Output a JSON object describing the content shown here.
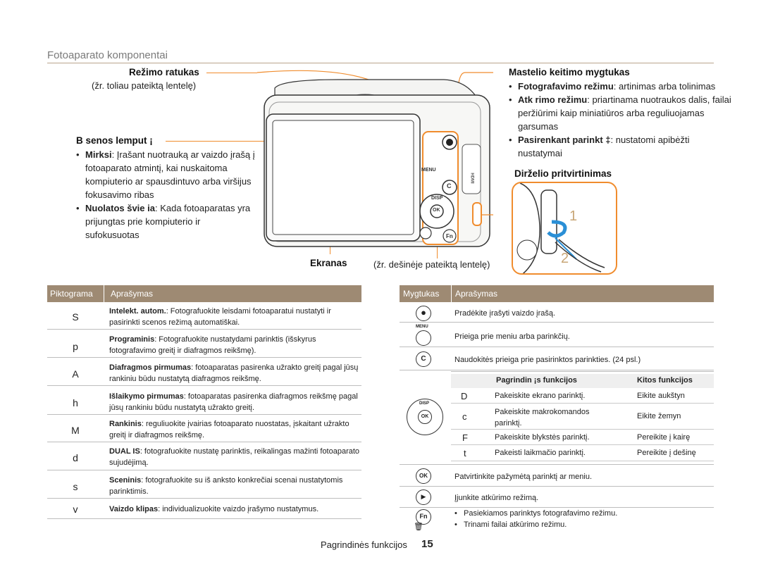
{
  "header": {
    "section_title": "Fotoaparato komponentai"
  },
  "callouts": {
    "mode_dial": {
      "title": "Režimo ratukas",
      "sub": "(žr. toliau pateiktą lentelę)"
    },
    "status_lamp": {
      "title": "B senos lemput ¡",
      "items": [
        {
          "term": "Mirksi",
          "text": ": Įrašant nuotrauką ar vaizdo įrašą į fotoaparato atmintį, kai nuskaitoma kompiuterio ar spausdintuvo arba viršijus fokusavimo ribas"
        },
        {
          "term": "Nuolatos švie ia",
          "text": ": Kada fotoaparatas yra prijungtas prie kompiuterio ir sufokusuotas"
        }
      ]
    },
    "screen": {
      "title": "Ekranas"
    },
    "right_note": "(žr. dešinėje pateiktą lentelę)",
    "zoom": {
      "title": "Mastelio keitimo mygtukas",
      "items": [
        {
          "term": "Fotografavimo režimu",
          "text": ": artinimas arba tolinimas"
        },
        {
          "term": "Atk rimo režimu",
          "text": ": priartinama nuotraukos dalis, failai peržiūrimi kaip miniatiūros arba reguliuojamas garsumas"
        },
        {
          "term": "Pasirenkant parinkt ‡",
          "text": ": nustatomi apibėžti nustatymai"
        }
      ]
    },
    "strap": {
      "title": "Dirželio pritvirtinimas",
      "step1": "1",
      "step2": "2"
    }
  },
  "camera": {
    "menu_label": "MENU",
    "disp_label": "DISP",
    "ok_label": "OK",
    "fn_label": "Fn",
    "c_label": "C",
    "hdmi_label": "HDMI"
  },
  "left_table": {
    "headers": [
      "Piktograma",
      "Aprašymas"
    ],
    "rows": [
      {
        "icon": "S",
        "term": "Intelekt. autom.",
        "text": ": Fotografuokite leisdami fotoaparatui nustatyti ir pasirinkti scenos režimą automatiškai."
      },
      {
        "icon": "p",
        "term": "Programinis",
        "text": ": Fotografuokite nustatydami parinktis (išskyrus fotografavimo greitį ir diafragmos reikšmę)."
      },
      {
        "icon": "A",
        "term": "Diafragmos pirmumas",
        "text": ": fotoaparatas pasirenka užrakto greitį pagal jūsų rankiniu būdu nustatytą diafragmos reikšmę."
      },
      {
        "icon": "h",
        "term": "Išlaikymo pirmumas",
        "text": ": fotoaparatas pasirenka diafragmos reikšmę pagal jūsų rankiniu būdu nustatytą užrakto greitį."
      },
      {
        "icon": "M",
        "term": "Rankinis",
        "text": ": reguliuokite įvairias fotoaparato nuostatas, įskaitant užrakto greitį ir diafragmos reikšmę."
      },
      {
        "icon": "d",
        "term": "DUAL IS",
        "text": ": fotografuokite nustatę parinktis, reikalingas mažinti fotoaparato sujudėjimą."
      },
      {
        "icon": "s",
        "term": "Sceninis",
        "text": ": fotografuokite su iš anksto konkrečiai scenai nustatytomis parinktimis."
      },
      {
        "icon": "v",
        "term": "Vaizdo klipas",
        "text": ": individualizuokite vaizdo įrašymo nustatymus."
      }
    ]
  },
  "right_table": {
    "headers": [
      "Mygtukas",
      "Aprašymas"
    ],
    "rows": [
      {
        "icon": "●",
        "text": "Pradėkite įrašyti vaizdo įrašą."
      },
      {
        "icon": "MENU",
        "text": "Prieiga prie meniu arba parinkčių."
      },
      {
        "icon": "C",
        "text": "Naudokitės prieiga prie pasirinktos parinkties. (24 psl.)"
      }
    ],
    "nav_headers": [
      "Pagrindin ¡s funkcijos",
      "Kitos funkcijos"
    ],
    "nav_rows": [
      {
        "key": "D",
        "basic": "Pakeiskite ekrano parinktį.",
        "other": "Eikite aukštyn"
      },
      {
        "key": "c",
        "basic": "Pakeiskite makrokomandos parinktį.",
        "other": "Eikite žemyn"
      },
      {
        "key": "F",
        "basic": "Pakeiskite blykstės parinktį.",
        "other": "Pereikite į kairę"
      },
      {
        "key": "t",
        "basic": "Pakeisti laikmačio parinktį.",
        "other": "Pereikite į dešinę"
      }
    ],
    "ok_text": "Patvirtinkite pažymėtą parinktį ar meniu.",
    "play_text": "Įjunkite atkūrimo režimą.",
    "fn_items": [
      "Pasiekiamos parinktys fotografavimo režimu.",
      "Trinami failai atkūrimo režimu."
    ]
  },
  "footer": {
    "label": "Pagrindinės funkcijos",
    "page": "15"
  },
  "colors": {
    "accent": "#f08c2d",
    "table_header": "#9e8a73"
  }
}
